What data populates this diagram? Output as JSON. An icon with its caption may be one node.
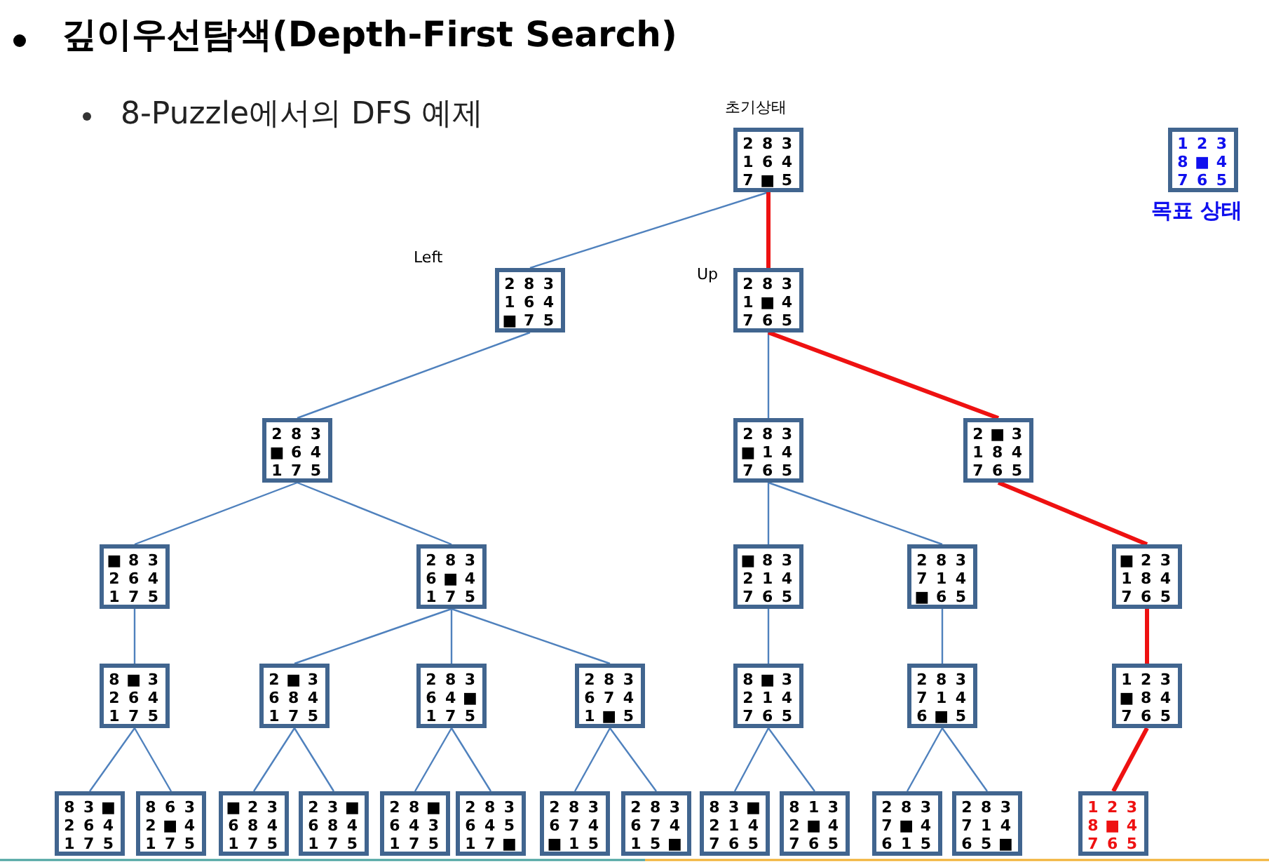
{
  "diagram": {
    "title": "깊이우선탐색(Depth-First Search)",
    "nodes": [
      {
        "text": [
          "2 8 3 1 6 4 7 ■ 5"
        ],
        "beside": [
          "초기상태"
        ]
      },
      {
        "text": [
          "1 2 3 8 ■ 4 7 6 5"
        ],
        "beside": [
          "목표 상태"
        ]
      },
      {
        "text": [
          "2 8 3 1 6 4 ■ 7 5"
        ],
        "beside": [
          "Left"
        ]
      },
      {
        "text": [
          "2 8 3 1 ■ 4 7 6 5"
        ],
        "beside": [
          "Up"
        ]
      },
      {
        "text": [
          "2 8 3 ■ 6 4 1 7 5"
        ]
      },
      {
        "text": [
          "2 8 3 ■ 1 4 7 6 5"
        ]
      },
      {
        "text": [
          "2 ■ 3 1 8 4 7 6 5"
        ]
      },
      {
        "text": [
          "■ 8 3 2 6 4 1 7 5"
        ]
      },
      {
        "text": [
          "2 8 3 6 ■ 4 1 7 5"
        ]
      },
      {
        "text": [
          "■ 8 3 2 1 4 7 6 5"
        ]
      },
      {
        "text": [
          "2 8 3 7 1 4 ■ 6 5"
        ]
      },
      {
        "text": [
          "■ 2 3 1 8 4 7 6 5"
        ]
      },
      {
        "text": [
          "8 ■ 3 2 6 4 1 7 5"
        ]
      },
      {
        "text": [
          "2 ■ 3 6 8 4 1 7 5"
        ]
      },
      {
        "text": [
          "2 8 3 6 4 ■ 1 7 5"
        ]
      },
      {
        "text": [
          "2 8 3 6 7 4 1 ■ 5"
        ]
      },
      {
        "text": [
          "8 ■ 3 2 1 4 7 6 5"
        ]
      },
      {
        "text": [
          "2 8 3 7 1 4 6 ■ 5"
        ]
      },
      {
        "text": [
          "1 2 3 ■ 8 4 7 6 5"
        ]
      },
      {
        "text": [
          "8 3 ■ 2 6 4 1 7 5"
        ]
      },
      {
        "text": [
          "8 6 3 2 ■ 4 1 7 5"
        ]
      },
      {
        "text": [
          "■ 2 3 6 8 4 1 7 5"
        ]
      },
      {
        "text": [
          "2 3 ■ 6 8 4 1 7 5"
        ]
      },
      {
        "text": [
          "2 8 ■ 6 4 3 1 7 5"
        ]
      },
      {
        "text": [
          "2 8 3 6 4 5 1 7 ■"
        ]
      },
      {
        "text": [
          "2 8 3 6 7 4 ■ 1 5"
        ]
      },
      {
        "text": [
          "2 8 3 6 7 4 1 5 ■"
        ]
      },
      {
        "text": [
          "8 3 ■ 2 1 4 7 6 5"
        ]
      },
      {
        "text": [
          "8 1 3 2 ■ 4 7 6 5"
        ]
      },
      {
        "text": [
          "2 8 3 7 ■ 4 6 1 5"
        ]
      },
      {
        "text": [
          "2 8 3 7 1 4 6 5 ■"
        ]
      },
      {
        "text": [
          "1 2 3 8 ■ 4 7 6 5"
        ]
      }
    ],
    "edges": [
      {
        "from": 0,
        "to": 2,
        "arrow": "none"
      },
      {
        "from": 0,
        "to": 3,
        "arrow": "none",
        "style": "thick",
        "color": "#ee1111"
      },
      {
        "from": 2,
        "to": 4,
        "arrow": "none"
      },
      {
        "from": 3,
        "to": 5,
        "arrow": "none"
      },
      {
        "from": 3,
        "to": 6,
        "arrow": "none",
        "style": "thick",
        "color": "#ee1111"
      },
      {
        "from": 4,
        "to": 7,
        "arrow": "none"
      },
      {
        "from": 4,
        "to": 8,
        "arrow": "none"
      },
      {
        "from": 5,
        "to": 9,
        "arrow": "none"
      },
      {
        "from": 5,
        "to": 10,
        "arrow": "none"
      },
      {
        "from": 6,
        "to": 11,
        "arrow": "none",
        "style": "thick",
        "color": "#ee1111"
      },
      {
        "from": 7,
        "to": 12,
        "arrow": "none"
      },
      {
        "from": 8,
        "to": 13,
        "arrow": "none"
      },
      {
        "from": 8,
        "to": 14,
        "arrow": "none"
      },
      {
        "from": 8,
        "to": 15,
        "arrow": "none"
      },
      {
        "from": 9,
        "to": 16,
        "arrow": "none"
      },
      {
        "from": 10,
        "to": 17,
        "arrow": "none"
      },
      {
        "from": 11,
        "to": 18,
        "arrow": "none",
        "style": "thick",
        "color": "#ee1111"
      },
      {
        "from": 12,
        "to": 19,
        "arrow": "none"
      },
      {
        "from": 12,
        "to": 20,
        "arrow": "none"
      },
      {
        "from": 13,
        "to": 21,
        "arrow": "none"
      },
      {
        "from": 13,
        "to": 22,
        "arrow": "none"
      },
      {
        "from": 14,
        "to": 23,
        "arrow": "none"
      },
      {
        "from": 14,
        "to": 24,
        "arrow": "none"
      },
      {
        "from": 15,
        "to": 25,
        "arrow": "none"
      },
      {
        "from": 15,
        "to": 26,
        "arrow": "none"
      },
      {
        "from": 16,
        "to": 27,
        "arrow": "none"
      },
      {
        "from": 16,
        "to": 28,
        "arrow": "none"
      },
      {
        "from": 17,
        "to": 29,
        "arrow": "none"
      },
      {
        "from": 17,
        "to": 30,
        "arrow": "none"
      },
      {
        "from": 18,
        "to": 31,
        "arrow": "none",
        "style": "thick",
        "color": "#ee1111"
      }
    ],
    "labels": [
      "8-Puzzle에서의 DFS 예제"
    ]
  }
}
